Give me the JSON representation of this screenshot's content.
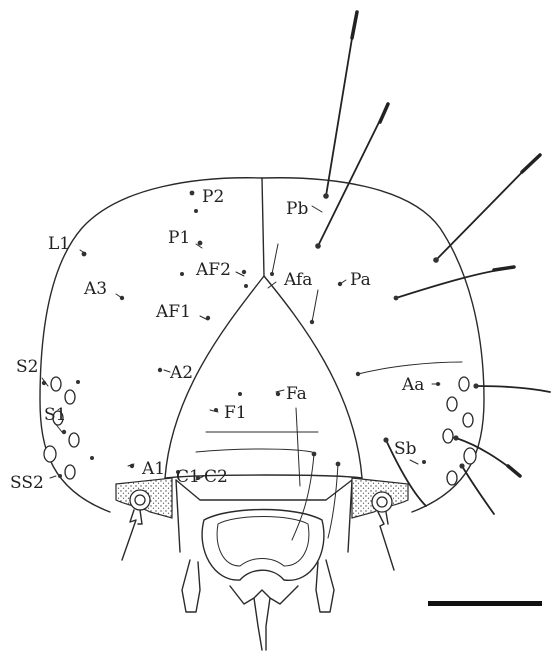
{
  "labels": {
    "P2": "P2",
    "P1": "P1",
    "Pb": "Pb",
    "L1": "L1",
    "A3": "A3",
    "AF2": "AF2",
    "Afa": "Afa",
    "Pa": "Pa",
    "AF1": "AF1",
    "S2": "S2",
    "A2": "A2",
    "Aa": "Aa",
    "S1": "S1",
    "Fa": "Fa",
    "F1": "F1",
    "A1": "A1",
    "C1": "C1",
    "C2": "C2",
    "Sb": "Sb",
    "SS2": "SS2"
  },
  "colors": {
    "ink": "#2a2a2a",
    "background": "#ffffff",
    "scale_bar": "#111111"
  }
}
